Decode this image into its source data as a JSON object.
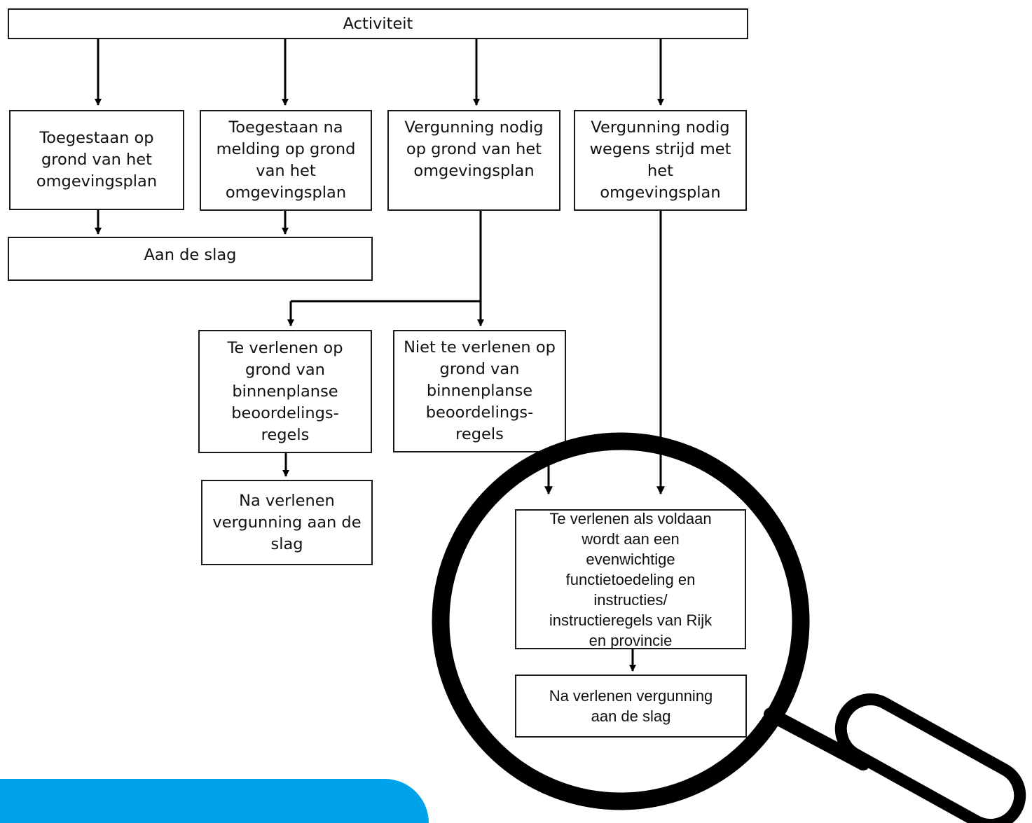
{
  "diagram": {
    "root": "Activiteit",
    "options": [
      "Toegestaan op\ngrond van het\nomgevingsplan",
      "Toegestaan na\nmelding op grond\nvan het\nomgevingsplan",
      "Vergunning nodig\nop grond van het\nomgevingsplan",
      "Vergunning nodig\nwegens strijd met\nhet\nomgevingsplan"
    ],
    "start_work": "Aan de slag",
    "permit_grantable": "Te verlenen op\ngrond van\nbinnenplanse\nbeoordelings-\nregels",
    "permit_not_grantable": "Niet te verlenen op\ngrond van\nbinnenplanse\nbeoordelings-\nregels",
    "after_permit": "Na verlenen\nvergunning aan de\nslag",
    "grantable_if_compliant": "Te verlenen als voldaan\nwordt aan een\nevenwichtige\nfunctietoedeling en\ninstructies/\ninstructieregels van Rijk\nen provincie",
    "after_permit_final": "Na verlenen vergunning\naan de slag"
  },
  "colors": {
    "line": "#000000",
    "corner_accent": "#00a3ea"
  },
  "icons": [
    "magnifying-glass-icon"
  ]
}
